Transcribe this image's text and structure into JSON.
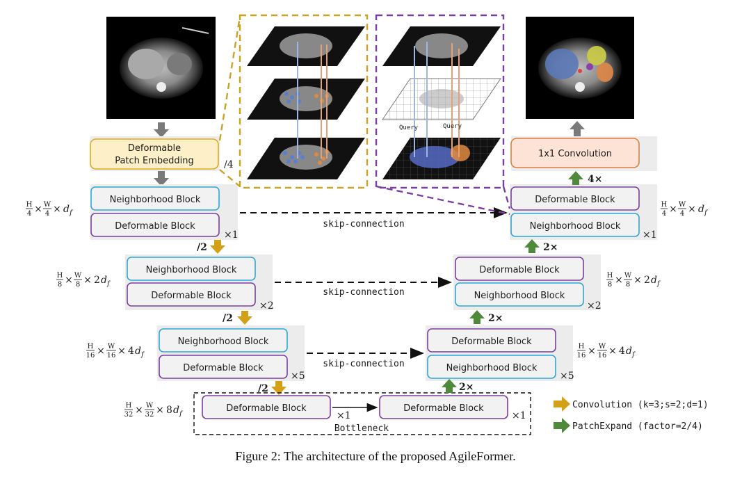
{
  "caption": "Figure 2: The architecture of the proposed AgileFormer.",
  "encoder": {
    "patch_embedding": "Deformable\nPatch Embedding",
    "patch_div": "/4",
    "stages": [
      {
        "dims": [
          "H/4",
          "×",
          "W/4",
          "×",
          "d_f"
        ],
        "top": "Neighborhood Block",
        "bottom": "Deformable Block",
        "repeat": "×1",
        "down": "/2"
      },
      {
        "dims": [
          "H/8",
          "×",
          "W/8",
          "×",
          "2d_f"
        ],
        "top": "Neighborhood Block",
        "bottom": "Deformable Block",
        "repeat": "×2",
        "down": "/2"
      },
      {
        "dims": [
          "H/16",
          "×",
          "W/16",
          "×",
          "4d_f"
        ],
        "top": "Neighborhood Block",
        "bottom": "Deformable Block",
        "repeat": "×5",
        "down": "/2"
      }
    ]
  },
  "bottleneck": {
    "label": "Bottleneck",
    "dims": [
      "H/32",
      "×",
      "W/32",
      "×",
      "8d_f"
    ],
    "left": "Deformable Block",
    "right": "Deformable Block",
    "mid_repeat": "×1",
    "repeat": "×1"
  },
  "decoder": {
    "stages": [
      {
        "dims": [
          "H/4",
          "×",
          "W/4",
          "×",
          "d_f"
        ],
        "top": "Deformable Block",
        "bottom": "Neighborhood Block",
        "repeat": "×1",
        "up": "2×"
      },
      {
        "dims": [
          "H/8",
          "×",
          "W/8",
          "×",
          "2d_f"
        ],
        "top": "Deformable Block",
        "bottom": "Neighborhood Block",
        "repeat": "×2",
        "up": "2×"
      },
      {
        "dims": [
          "H/16",
          "×",
          "W/16",
          "×",
          "4d_f"
        ],
        "top": "Deformable Block",
        "bottom": "Neighborhood Block",
        "repeat": "×5",
        "up": "2×"
      }
    ],
    "final_conv": "1x1 Convolution",
    "final_up": "4×"
  },
  "skip_label": "skip-connection",
  "inset_labels": {
    "query1": "Query",
    "query2": "Query"
  },
  "legend": [
    {
      "label": "Convolution (k=3;s=2;d=1)",
      "color": "#d4a017"
    },
    {
      "label": "PatchExpand (factor=2/4)",
      "color": "#4e8a3a"
    }
  ],
  "colors": {
    "neighborhood": "#2aa8d8",
    "deformable": "#7b3fa0",
    "patch_embed_border": "#e0a820",
    "patch_embed_fill": "#fdf0c8",
    "conv_border": "#d98040",
    "conv_fill": "#fde3d6",
    "down_arrow": "#d4a017",
    "up_arrow": "#4e8a3a",
    "inset_left_border": "#c9a227",
    "inset_right_border": "#7b3fa0"
  }
}
